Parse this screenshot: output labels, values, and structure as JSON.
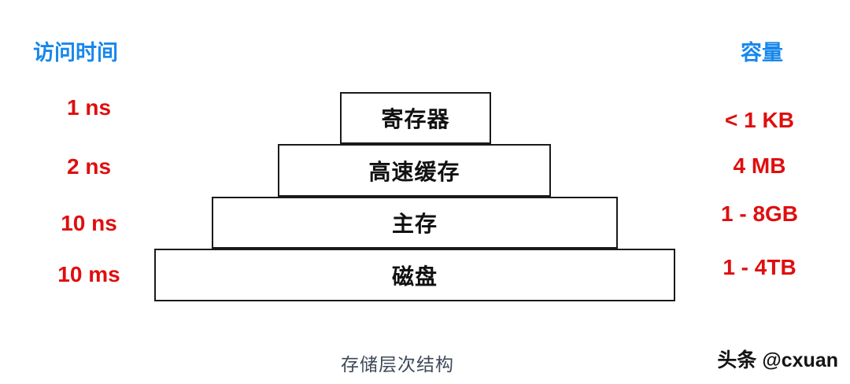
{
  "headers": {
    "left": "访问时间",
    "right": "容量"
  },
  "layers": [
    {
      "label": "寄存器",
      "time": "1 ns",
      "capacity": "< 1 KB"
    },
    {
      "label": "高速缓存",
      "time": "2 ns",
      "capacity": "4 MB"
    },
    {
      "label": "主存",
      "time": "10 ns",
      "capacity": "1 - 8GB"
    },
    {
      "label": "磁盘",
      "time": "10 ms",
      "capacity": "1 - 4TB"
    }
  ],
  "caption": "存储层次结构",
  "watermark": "头条 @cxuan",
  "colors": {
    "header_blue": "#1787ec",
    "value_red": "#e00e0e",
    "box_border": "#1a1a1a",
    "caption_gray": "#3e4a59",
    "background": "#ffffff"
  }
}
